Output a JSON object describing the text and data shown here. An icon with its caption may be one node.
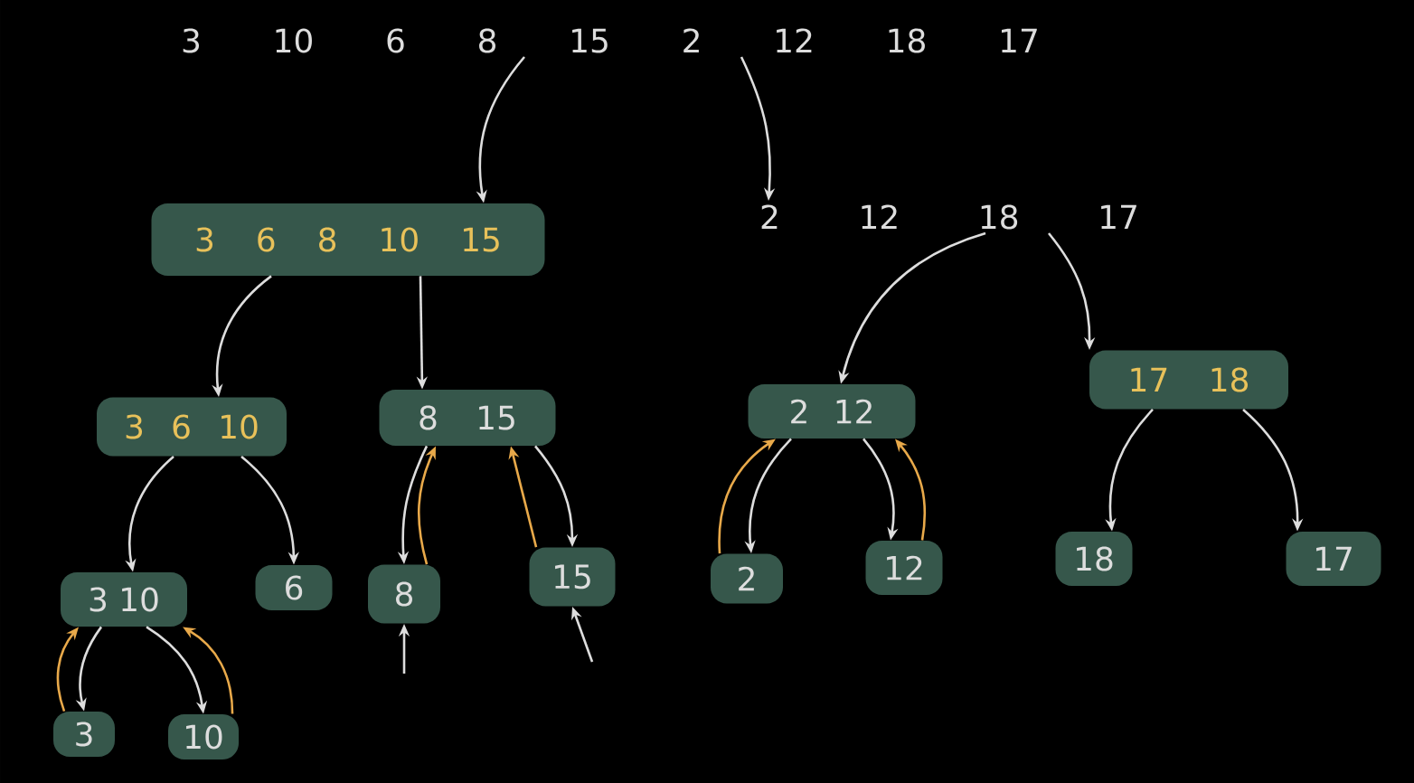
{
  "diagram": {
    "nodes": [
      {
        "text": [
          "3 10 6 8 15 2 12 18 17"
        ]
      },
      {
        "text": [
          "3 6 8 10 15"
        ]
      },
      {
        "text": [
          "2 12 18 17"
        ]
      },
      {
        "text": [
          "3 6 10"
        ]
      },
      {
        "text": [
          "8 15"
        ]
      },
      {
        "text": [
          "2 12"
        ]
      },
      {
        "text": [
          "17 18"
        ]
      },
      {
        "text": [
          "3 10"
        ]
      },
      {
        "text": [
          "6"
        ]
      },
      {
        "text": [
          "8"
        ]
      },
      {
        "text": [
          "15"
        ]
      },
      {
        "text": [
          "2"
        ]
      },
      {
        "text": [
          "12"
        ]
      },
      {
        "text": [
          "18"
        ]
      },
      {
        "text": [
          "17"
        ]
      },
      {
        "text": [
          "3"
        ]
      },
      {
        "text": [
          "10"
        ]
      }
    ],
    "edges": [
      {
        "from": 0,
        "to": 1,
        "arrow": "to"
      },
      {
        "from": 0,
        "to": 2,
        "arrow": "to"
      },
      {
        "from": 1,
        "to": 3,
        "arrow": "to"
      },
      {
        "from": 1,
        "to": 4,
        "arrow": "to"
      },
      {
        "from": 2,
        "to": 5,
        "arrow": "to"
      },
      {
        "from": 2,
        "to": 6,
        "arrow": "to"
      },
      {
        "from": 3,
        "to": 7,
        "arrow": "to"
      },
      {
        "from": 3,
        "to": 8,
        "arrow": "to"
      },
      {
        "from": 4,
        "to": 9,
        "arrow": "to"
      },
      {
        "from": 9,
        "to": 4,
        "arrow": "to",
        "color": "#e8a94a"
      },
      {
        "from": 4,
        "to": 10,
        "arrow": "to"
      },
      {
        "from": 10,
        "to": 4,
        "arrow": "to",
        "color": "#e8a94a"
      },
      {
        "from": 5,
        "to": 11,
        "arrow": "to"
      },
      {
        "from": 11,
        "to": 5,
        "arrow": "to",
        "color": "#e8a94a"
      },
      {
        "from": 5,
        "to": 12,
        "arrow": "to"
      },
      {
        "from": 12,
        "to": 5,
        "arrow": "to",
        "color": "#e8a94a"
      },
      {
        "from": 6,
        "to": 13,
        "arrow": "to"
      },
      {
        "from": 6,
        "to": 14,
        "arrow": "to"
      },
      {
        "from": 7,
        "to": 15,
        "arrow": "to"
      },
      {
        "from": 15,
        "to": 7,
        "arrow": "to",
        "color": "#e8a94a"
      },
      {
        "from": 7,
        "to": 16,
        "arrow": "to"
      },
      {
        "from": 16,
        "to": 7,
        "arrow": "to",
        "color": "#e8a94a"
      },
      {
        "from": null,
        "to": 9,
        "arrow": "to"
      },
      {
        "from": null,
        "to": 10,
        "arrow": "to"
      }
    ]
  }
}
